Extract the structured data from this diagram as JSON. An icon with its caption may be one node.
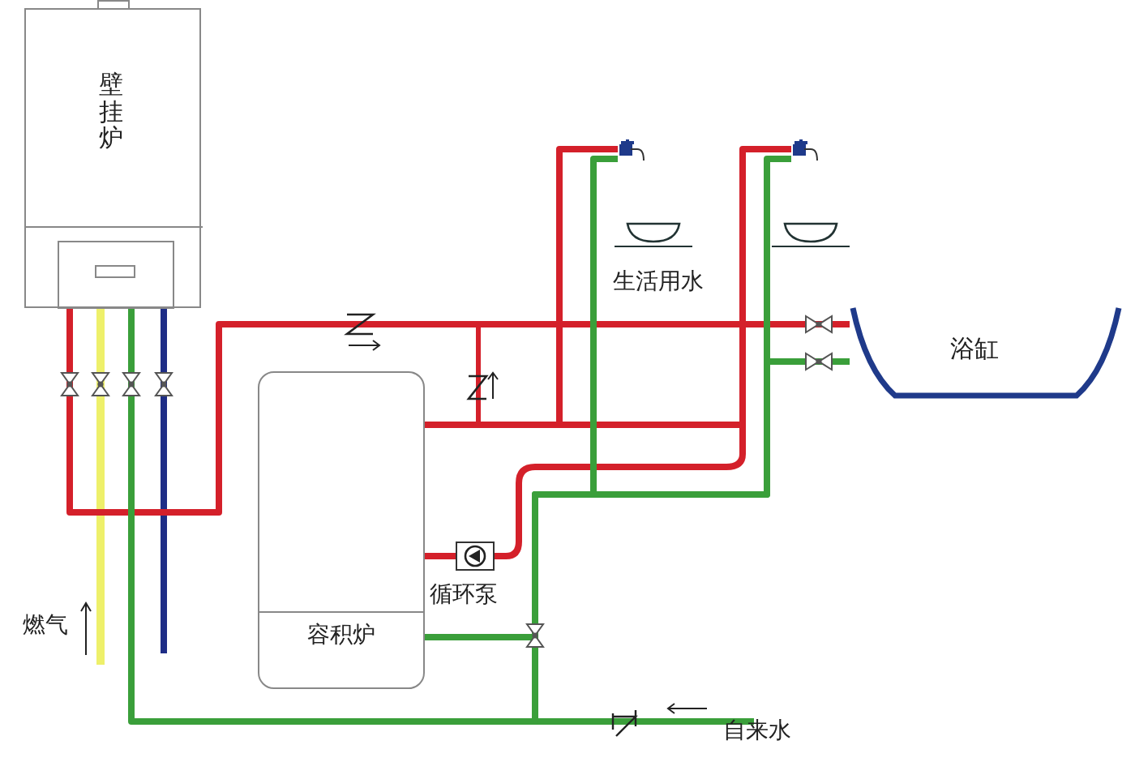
{
  "diagram": {
    "nodes": [
      {
        "text": [
          "壁挂炉"
        ]
      },
      {
        "text": [
          "浴缸"
        ]
      },
      {
        "text": [
          "容积炉"
        ]
      },
      {
        "text": [],
        "shape": "box",
        "beside": [
          "循环泵"
        ]
      },
      {
        "text": [],
        "shape": "faucet"
      },
      {
        "text": [],
        "shape": "faucet"
      }
    ],
    "edges": [
      {
        "from": 0,
        "to": 1,
        "arrow": "none"
      },
      {
        "from": 0,
        "to": 2,
        "arrow": "none",
        "color": "#3a9f3a"
      },
      {
        "from": 2,
        "to": 3,
        "arrow": "none"
      },
      {
        "from": 2,
        "to": 4,
        "arrow": "none"
      },
      {
        "from": 2,
        "to": 5,
        "arrow": "none"
      },
      {
        "from": 2,
        "to": 1,
        "arrow": "none",
        "color": "#3a9f3a"
      },
      {
        "from": 2,
        "to": 4,
        "arrow": "none",
        "color": "#3a9f3a"
      },
      {
        "from": 2,
        "to": 5,
        "arrow": "none",
        "color": "#3a9f3a"
      }
    ],
    "labels": [
      "生活用水",
      "燃气",
      "自来水"
    ]
  }
}
